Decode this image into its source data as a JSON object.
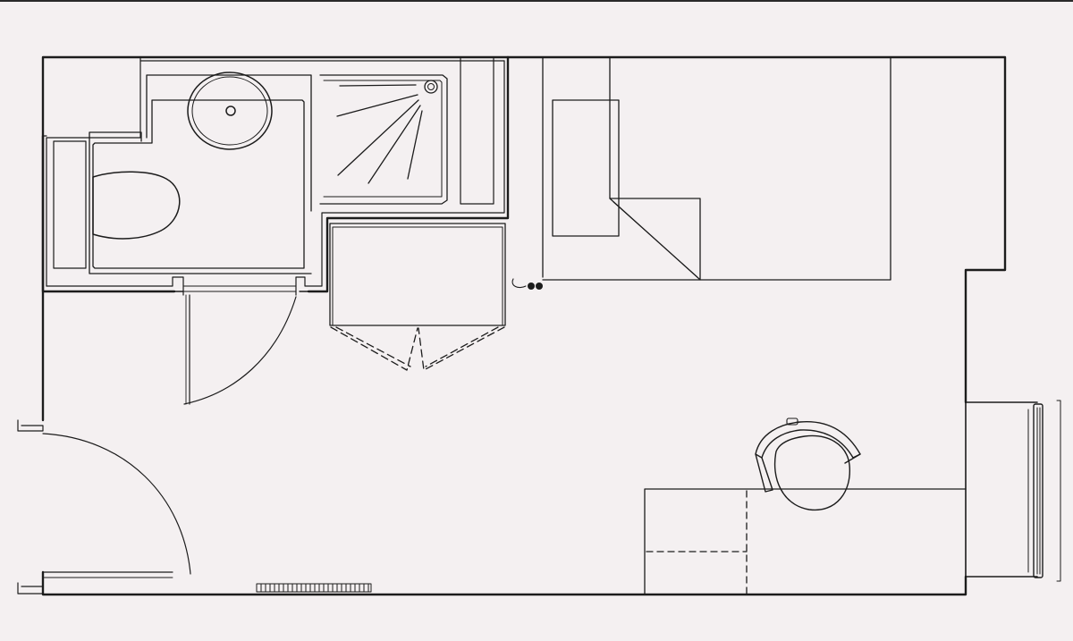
{
  "colors": {
    "background": "#f4f0f1",
    "line": "#1c1c1c",
    "top_band": "#2a2a2a"
  },
  "plan": {
    "rooms": [
      "bathroom",
      "main-room"
    ],
    "fixtures": [
      {
        "name": "toilet",
        "icon": "toilet-icon"
      },
      {
        "name": "washbasin",
        "icon": "sink-icon"
      },
      {
        "name": "shower",
        "icon": "shower-icon"
      },
      {
        "name": "wardrobe",
        "icon": "wardrobe-icon"
      },
      {
        "name": "bed",
        "icon": "bed-icon"
      },
      {
        "name": "desk",
        "icon": "desk-icon"
      },
      {
        "name": "chair",
        "icon": "chair-icon"
      },
      {
        "name": "entrance-door",
        "icon": "door-icon"
      },
      {
        "name": "bathroom-door",
        "icon": "door-icon"
      },
      {
        "name": "window",
        "icon": "window-icon"
      },
      {
        "name": "radiator",
        "icon": "radiator-icon"
      }
    ]
  }
}
